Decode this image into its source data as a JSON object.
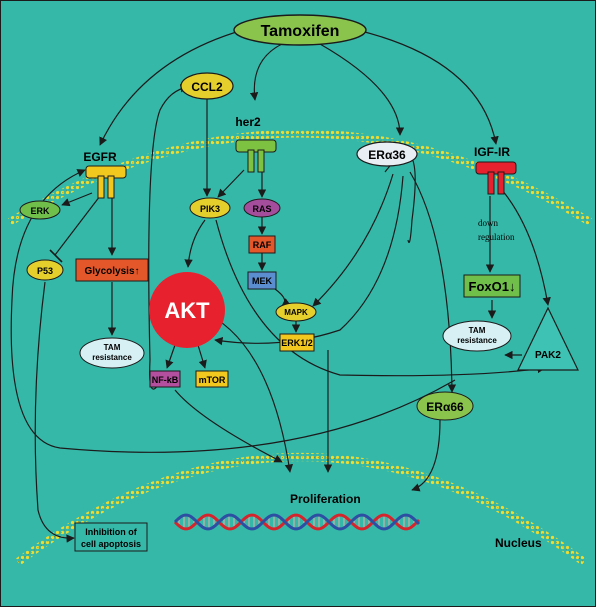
{
  "colors": {
    "background": "#36b8a9",
    "membrane": "#f0dc2c",
    "arrow": "#1b1b1b",
    "tamoxifen": "#8ac44d",
    "ccl2": "#e4cf2d",
    "her2": "#7ec242",
    "eralpha36": "#e9eef5",
    "egfr_receptor": "#f2c81e",
    "igf_receptor": "#e8212f",
    "akt": "#e8212f",
    "pik3": "#e4cf2d",
    "ras": "#a34d9c",
    "raf": "#e4572a",
    "mek": "#5b8ed0",
    "mapk": "#e4cf2d",
    "erk12": "#f2c81e",
    "erk": "#6fbf4a",
    "p53": "#e4cf2d",
    "glycolysis": "#e4572a",
    "tam_resistance": "#d6f0f4",
    "nfkb": "#b44e9e",
    "mtor": "#f2c81e",
    "foxo1": "#6fbf4a",
    "pak2": "#3ec2b3",
    "eralpha66": "#8ac44d",
    "dna_red": "#d5242c",
    "dna_blue": "#2c4fa3"
  },
  "labels": {
    "tamoxifen": "Tamoxifen",
    "ccl2": "CCL2",
    "her2": "her2",
    "egfr": "EGFR",
    "eralpha36": "ERα36",
    "igf_ir": "IGF-IR",
    "erk": "ERK",
    "pik3": "PIK3",
    "ras": "RAS",
    "raf": "RAF",
    "mek": "MEK",
    "mapk": "MAPK",
    "erk12": "ERK1/2",
    "akt": "AKT",
    "p53": "P53",
    "glycolysis": "Glycolysis↑",
    "tam_resistance_left": [
      "TAM",
      "resistance"
    ],
    "tam_resistance_right": [
      "TAM",
      "resistance"
    ],
    "nfkb": "NF-kB",
    "mtor": "mTOR",
    "down_regulation": [
      "down",
      "regulation"
    ],
    "foxo1": "FoxO1↓",
    "pak2": "PAK2",
    "eralpha66": "ERα66",
    "proliferation": "Proliferation",
    "nucleus": "Nucleus",
    "apoptosis": [
      "Inhibition of",
      "cell apoptosis"
    ]
  }
}
